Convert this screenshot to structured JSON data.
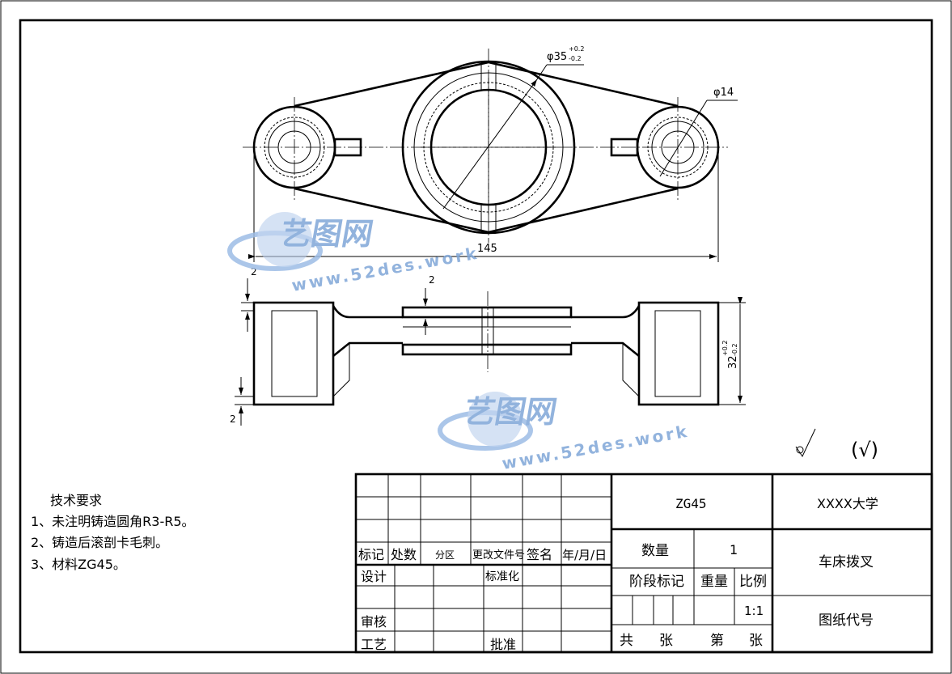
{
  "drawing": {
    "dimensions": {
      "diameter_large": "φ35",
      "diameter_large_tol_upper": "+0.2",
      "diameter_large_tol_lower": "-0.2",
      "diameter_small": "φ14",
      "overall_length": "145",
      "top_offset": "2",
      "bottom_offset": "2",
      "web_thickness": "2",
      "height": "32",
      "height_tol_upper": "+0.2",
      "height_tol_lower": "-0.2"
    },
    "roughness": {
      "symbol_text": "(√)"
    }
  },
  "watermark": {
    "brand": "艺图网",
    "url": "www.52des.work"
  },
  "tech_requirements": {
    "title": "技术要求",
    "items": [
      "1、未注明铸造圆角R3-R5。",
      "2、铸造后滚剖卡毛刺。",
      "3、材料ZG45。"
    ]
  },
  "title_block": {
    "material": "ZG45",
    "school": "XXXX大学",
    "part_name": "车床拨叉",
    "drawing_no_label": "图纸代号",
    "rev_headers": [
      "标记",
      "处数",
      "分区",
      "更改文件号",
      "签名",
      "年/月/日"
    ],
    "design": "设计",
    "standardize": "标准化",
    "review": "审核",
    "process": "工艺",
    "approve": "批准",
    "qty_label": "数量",
    "qty_value": "1",
    "stage_label": "阶段标记",
    "weight_label": "重量",
    "scale_label": "比例",
    "scale_value": "1:1",
    "total": "共",
    "sheets": "张",
    "page": "第",
    "sheets2": "张"
  }
}
